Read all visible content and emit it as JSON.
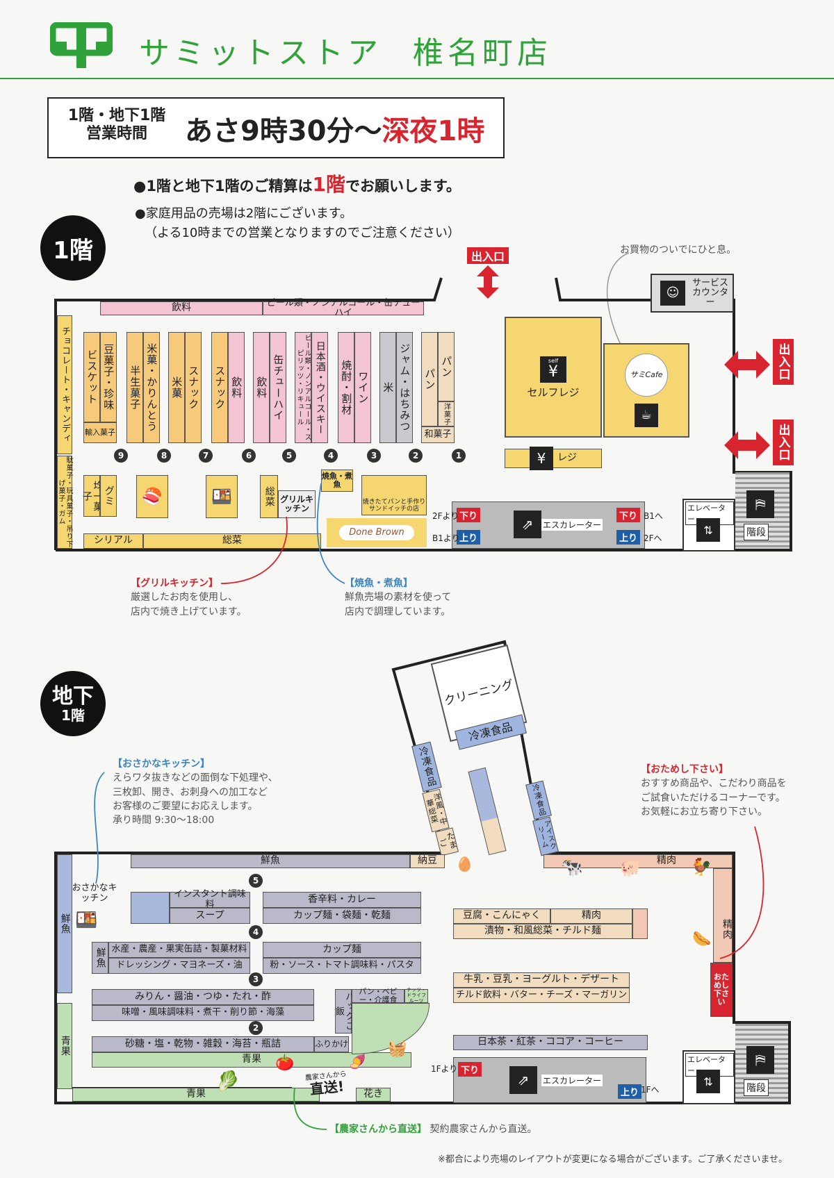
{
  "header": {
    "store_name": "サミットストア",
    "branch_name": "椎名町店",
    "brand_color": "#2fa33a"
  },
  "hours": {
    "floors_label_1": "1階・地下1階",
    "floors_label_2": "営業時間",
    "time_prefix": "あさ9時30分〜",
    "time_suffix": "深夜1時"
  },
  "notices": {
    "checkout_prefix": "●1階と地下1階のご精算は",
    "checkout_floor": "1階",
    "checkout_suffix": "でお願いします。",
    "household_1": "●家庭用品の売場は2階にございます。",
    "household_2": "（よる10時までの営業となりますのでご注意ください）"
  },
  "floor1": {
    "badge": "1階",
    "entrance_top": "出入口",
    "entrance_right_1": "出入口",
    "entrance_right_2": "出入口",
    "cafe_note": "お買物のついでにひと息。",
    "service_counter": "サービスカウンター",
    "top_drinks": "飲料",
    "top_beer": "ビール類・ノンアルコール・缶チューハイ",
    "left_choco": "チョコレート・キャンディ",
    "left_toys": "駄菓子・玩具菓子・吊り下げ菓子・ガム",
    "aisles": [
      {
        "num": "9",
        "a": "ビスケット",
        "b": "豆菓子・珍味",
        "foot": "輸入菓子"
      },
      {
        "num": "8",
        "a": "半生菓子",
        "b": "米菓・かりんとう"
      },
      {
        "num": "7",
        "a": "米菓",
        "b": "スナック"
      },
      {
        "num": "6",
        "a": "スナック",
        "b": "飲料"
      },
      {
        "num": "5",
        "a": "飲料",
        "b": "缶チューハイ"
      },
      {
        "num": "4",
        "a": "ビール類・ノンアルコール・スピリッツ・リキュール",
        "b": "日本酒・ウイスキー"
      },
      {
        "num": "3",
        "a": "焼酎・割材",
        "b": "ワイン"
      },
      {
        "num": "2",
        "a": "米",
        "b": "ジャム・はちみつ"
      },
      {
        "num": "1",
        "a": "パン",
        "b": "パン",
        "foot2": "洋菓子",
        "foot": "和菓子"
      }
    ],
    "umi_candy": "均一菓子",
    "gummy": "グミ",
    "souzai_v": "総菜",
    "grill_kitchen": "グリルキッチン",
    "yakizakana": "焼魚・煮魚",
    "bakery": "焼きたてパンと手作りサンドイッチの店",
    "bakery_brand": "Done Brown",
    "cereal": "シリアル",
    "souzai": "総菜",
    "self_register": "セルフレジ",
    "self_label": "self",
    "register": "レジ",
    "cafe": "サミCafe",
    "esc_down_from": "2Fより",
    "esc_down": "下り",
    "esc_down_to": "B1へ",
    "esc_up_from": "B1より",
    "esc_up": "上り",
    "esc_up_to": "2Fへ",
    "escalator": "エスカレーター",
    "elevator": "エレベーター",
    "stairs": "階段",
    "grill_title": "【グリルキッチン】",
    "grill_note_1": "厳選したお肉を使用し、",
    "grill_note_2": "店内で焼き上げています。",
    "fish_title": "【焼魚・煮魚】",
    "fish_note_1": "鮮魚売場の素材を使って",
    "fish_note_2": "店内で調理しています。"
  },
  "b1": {
    "badge_1": "地下",
    "badge_2": "1階",
    "cleaning": "クリーニング",
    "frozen_1": "冷凍食品",
    "frozen_2": "冷凍食品",
    "frozen_3": "冷凍食品",
    "ice": "アイスクリーム",
    "western_chinese": "洋風・中華総菜",
    "eggs": "たまご",
    "fresh_fish_top": "鮮魚",
    "natto": "納豆",
    "meat_top": "精肉",
    "meat_right": "精肉",
    "fish_kitchen_title": "【おさかなキッチン】",
    "fish_kitchen_1": "えらワタ抜きなどの面倒な下処理や、",
    "fish_kitchen_2": "三枚卸、開き、お刺身への加工など",
    "fish_kitchen_3": "お客様のご要望にお応えします。",
    "fish_kitchen_4": "承り時間 9:30〜18:00",
    "fish_kitchen_label": "おさかなキッチン",
    "fresh_fish_left": "鮮魚",
    "try_title": "【おためし下さい】",
    "try_1": "おすすめ商品や、こだわり商品を",
    "try_2": "ご試食いただけるコーナーです。",
    "try_3": "お気軽にお立ち寄り下さい。",
    "try_label": "おためし下さい",
    "instant": "インスタント調味料",
    "soup": "スープ",
    "spice": "香辛料・カレー",
    "cup_dry": "カップ麺・袋麺・乾麺",
    "fresh_fish_small": "鮮魚",
    "canned": "水産・農産・果実缶詰・製菓材料",
    "dressing": "ドレッシング・マヨネーズ・油",
    "cup_noodle": "カップ麺",
    "flour": "粉・ソース・トマト調味料・パスタ",
    "mirin": "みりん・醤油・つゆ・たれ・酢",
    "miso": "味噌・風味調味料・煮干・削り節・海藻",
    "pack_rice": "パックご飯",
    "baby": "パン・ベビー・介護食",
    "dry_fruit": "ナッツ・ドライフルーツ",
    "sugar": "砂糖・塩・乾物・雑穀・海苔・瓶詰",
    "furikake": "ふりかけ",
    "produce_inner": "青果",
    "produce_left": "青果",
    "produce_bottom": "青果",
    "farmer_small": "農家さんから",
    "farmer_big": "直送!",
    "flowers": "花き",
    "tofu": "豆腐・こんにゃく",
    "meat_shelf": "精肉",
    "pickles": "漬物・和風総菜・チルド麺",
    "milk": "牛乳・豆乳・ヨーグルト・デザート",
    "chilled": "チルド飲料・バター・チーズ・マーガリン",
    "tea": "日本茶・紅茶・ココア・コーヒー",
    "esc_down_from": "1Fより",
    "esc_down": "下り",
    "esc_up": "上り",
    "esc_up_to": "1Fへ",
    "escalator": "エスカレーター",
    "elevator": "エレベーター",
    "stairs": "階段",
    "aisle_nums": [
      "5",
      "4",
      "3",
      "2"
    ],
    "farm_title": "【農家さんから直送】",
    "farm_note": "契約農家さんから直送。"
  },
  "footer": "※都合により売場のレイアウトが変更になる場合がございます。ご了承くださいませ。"
}
